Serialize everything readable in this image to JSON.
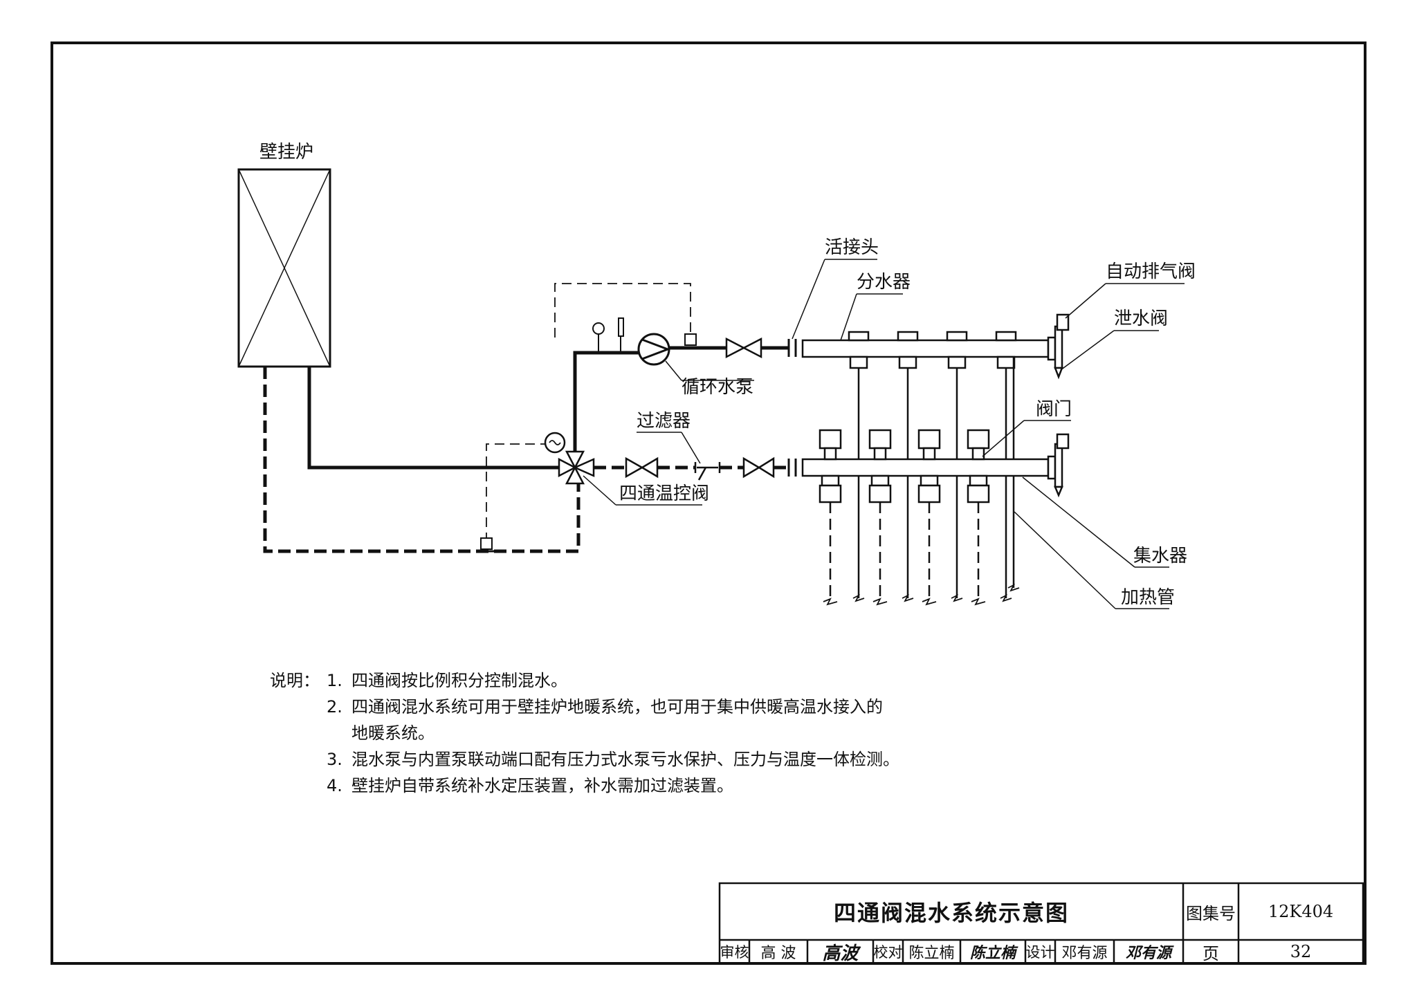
{
  "labels": {
    "boiler": "壁挂炉",
    "union": "活接头",
    "distributor": "分水器",
    "air_vent": "自动排气阀",
    "drain_valve": "泄水阀",
    "pump": "循环水泵",
    "filter": "过滤器",
    "valve": "阀门",
    "four_way_valve": "四通温控阀",
    "collector": "集水器",
    "heating_pipe": "加热管"
  },
  "notes": {
    "prefix": "说明：",
    "items": [
      {
        "num": "1.",
        "text": "四通阀按比例积分控制混水。"
      },
      {
        "num": "2.",
        "text": "四通阀混水系统可用于壁挂炉地暖系统，也可用于集中供暖高温水接入的",
        "cont": "地暖系统。"
      },
      {
        "num": "3.",
        "text": "混水泵与内置泵联动端口配有压力式水泵亏水保护、压力与温度一体检测。"
      },
      {
        "num": "4.",
        "text": "壁挂炉自带系统补水定压装置，补水需加过滤装置。"
      }
    ]
  },
  "title_block": {
    "title": "四通阀混水系统示意图",
    "atlas_label": "图集号",
    "atlas_no": "12K404",
    "page_label": "页",
    "page_no": "32",
    "review_label": "审核",
    "reviewer": "高 波",
    "reviewer_sig": "高波",
    "check_label": "校对",
    "checker": "陈立楠",
    "checker_sig": "陈立楠",
    "design_label": "设计",
    "designer": "邓有源",
    "designer_sig": "邓有源"
  }
}
